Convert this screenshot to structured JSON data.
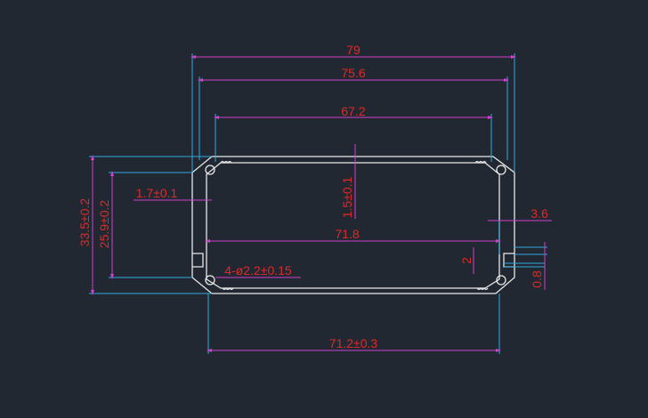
{
  "colors": {
    "background": "#222831",
    "profile_outline": "#e8e8e8",
    "dimension_line": "#d040d0",
    "extension_line": "#30a8e0",
    "dimension_text": "#e02828"
  },
  "dimensions": {
    "overall_width": "79",
    "outer_body_width": "75.6",
    "inner_top_width": "67.2",
    "inner_cavity_width": "71.8",
    "bottom_width": "71.2±0.3",
    "overall_height": "33.5±0.2",
    "inner_height": "25.9±0.2",
    "wall_thickness_side": "1.7±0.1",
    "wall_thickness_top": "1.5±0.1",
    "hole_spec": "4-ø2.2±0.15",
    "edge_offset": "3.6",
    "slot_gap": "2",
    "slot_depth": "0.8"
  }
}
